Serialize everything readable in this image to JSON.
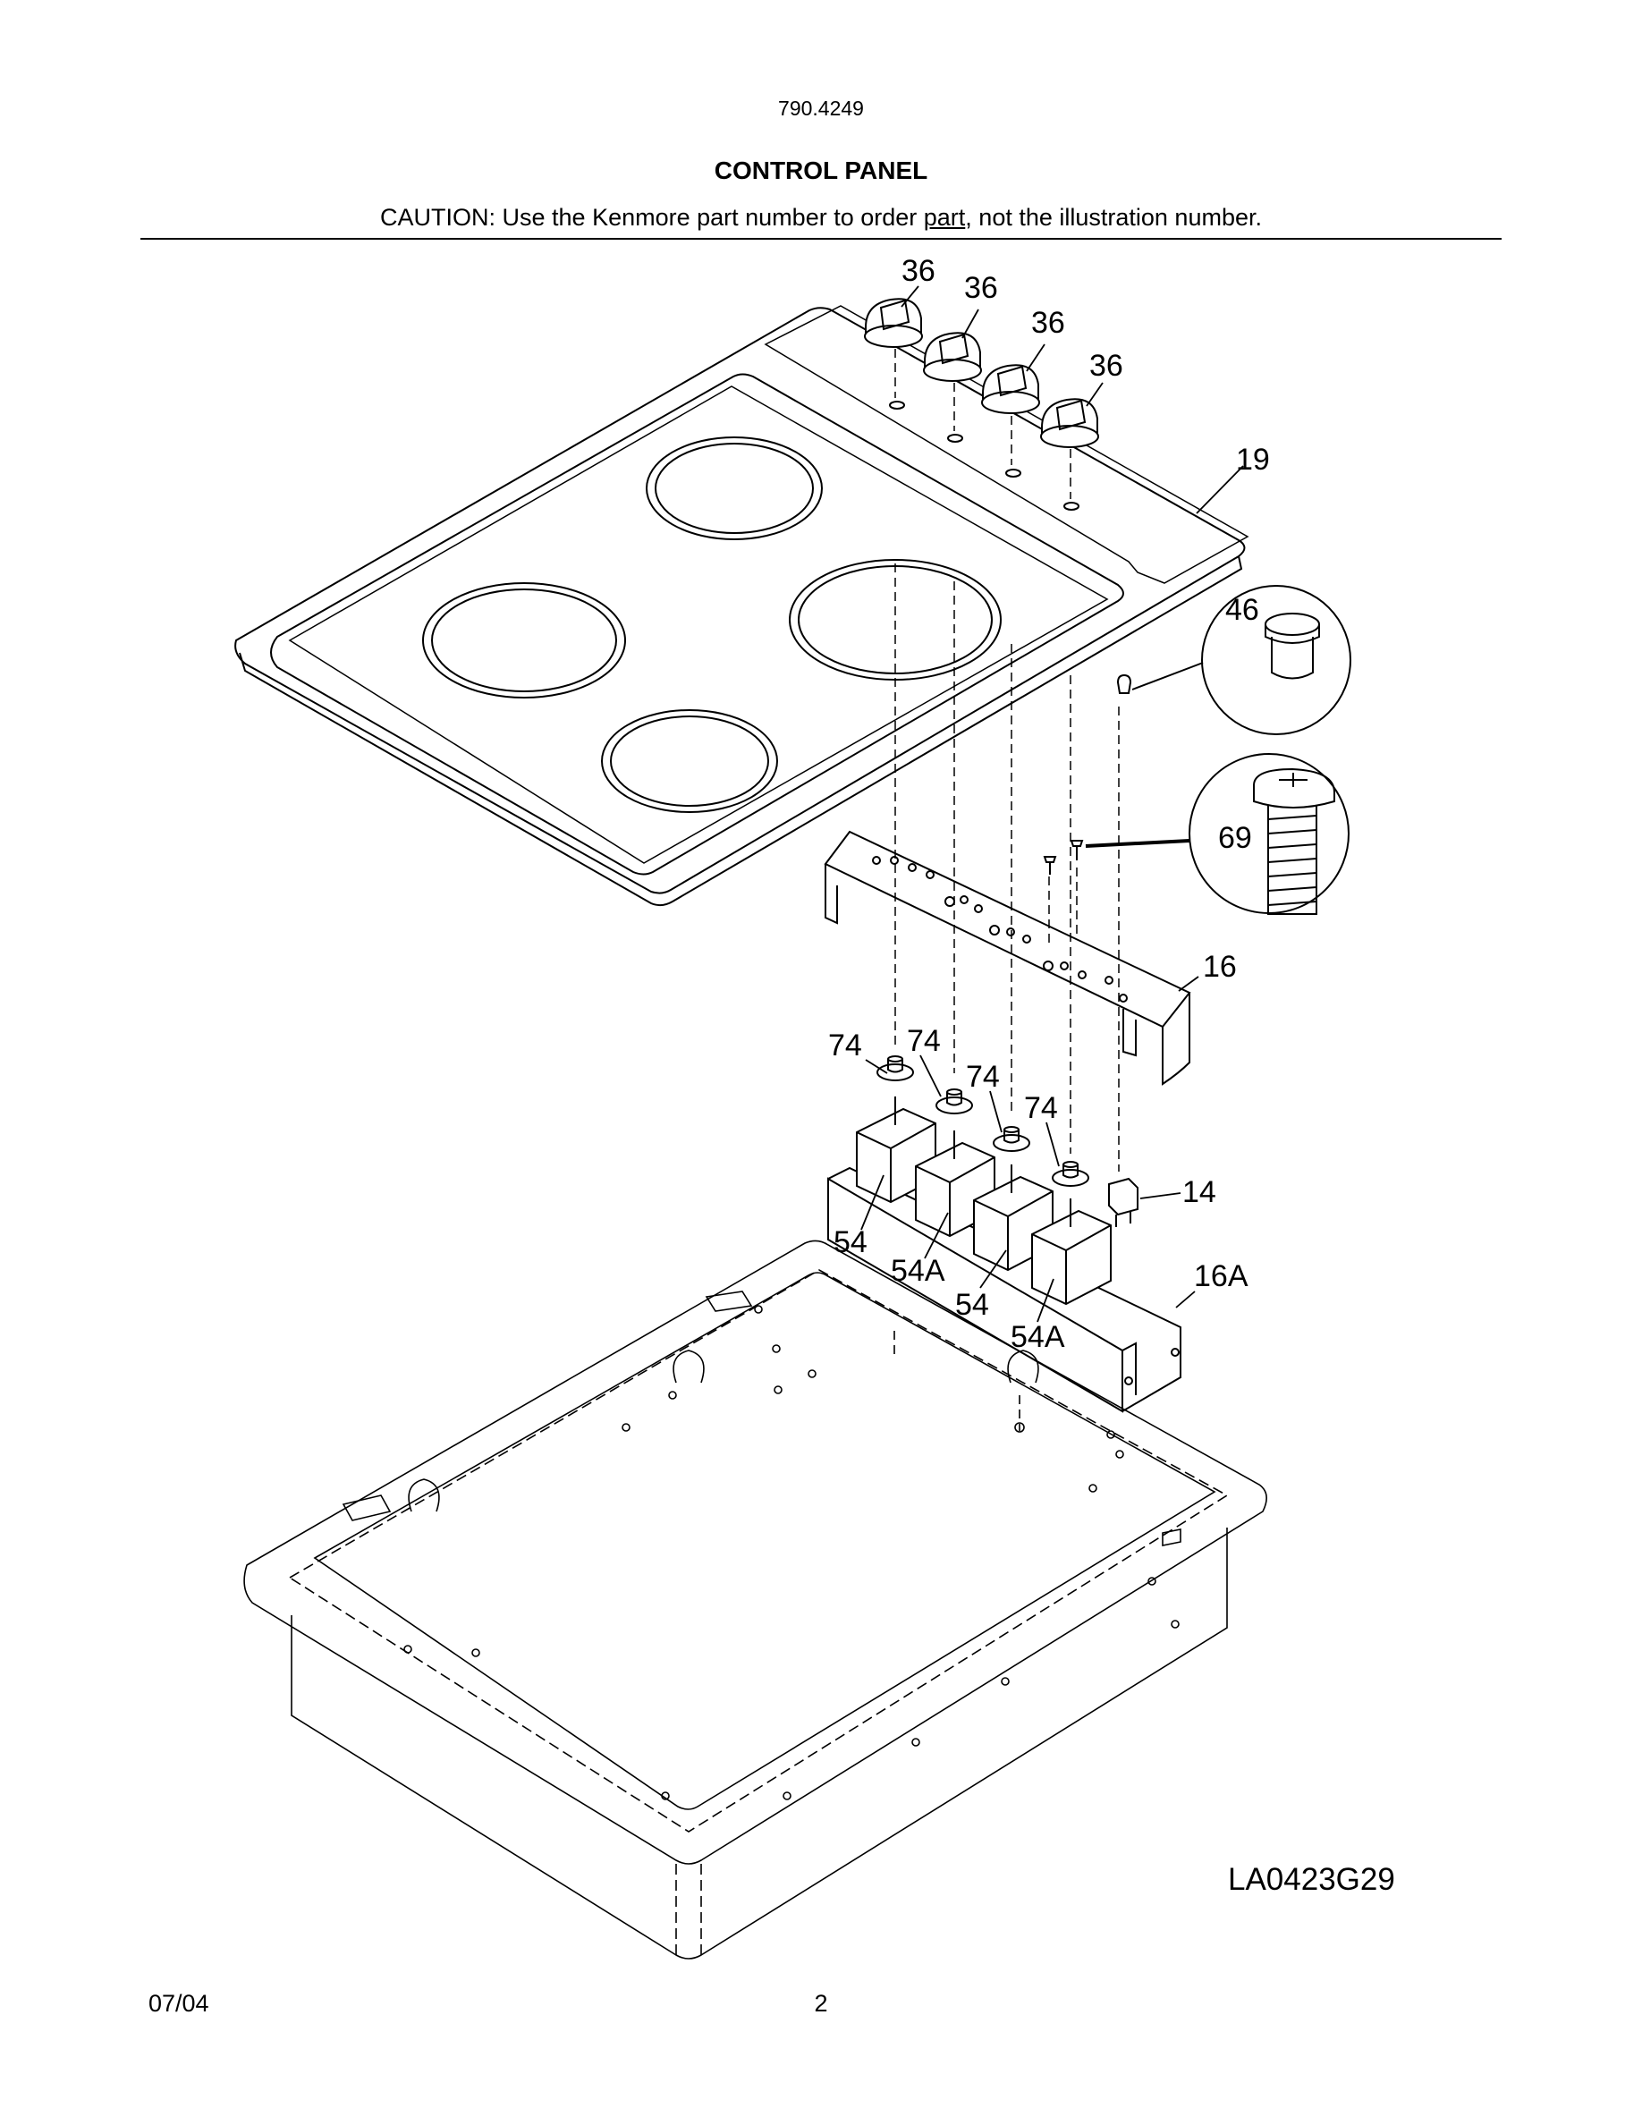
{
  "header": {
    "model_number": "790.4249",
    "section_title": "CONTROL PANEL",
    "caution_before": "CAUTION: Use the Kenmore part number to order ",
    "caution_underlined": "part",
    "caution_after": ", not the illustration number."
  },
  "callouts": {
    "knob_1": "36",
    "knob_2": "36",
    "knob_3": "36",
    "knob_4": "36",
    "cooktop": "19",
    "plug_button": "46",
    "screw": "69",
    "bracket": "16",
    "washer_1": "74",
    "washer_2": "74",
    "washer_3": "74",
    "washer_4": "74",
    "indicator_light": "14",
    "switch_1": "54",
    "switch_2": "54A",
    "switch_3": "54",
    "switch_4": "54A",
    "switch_bracket": "16A"
  },
  "drawing_code": "LA0423G29",
  "footer": {
    "date": "07/04",
    "page": "2"
  }
}
